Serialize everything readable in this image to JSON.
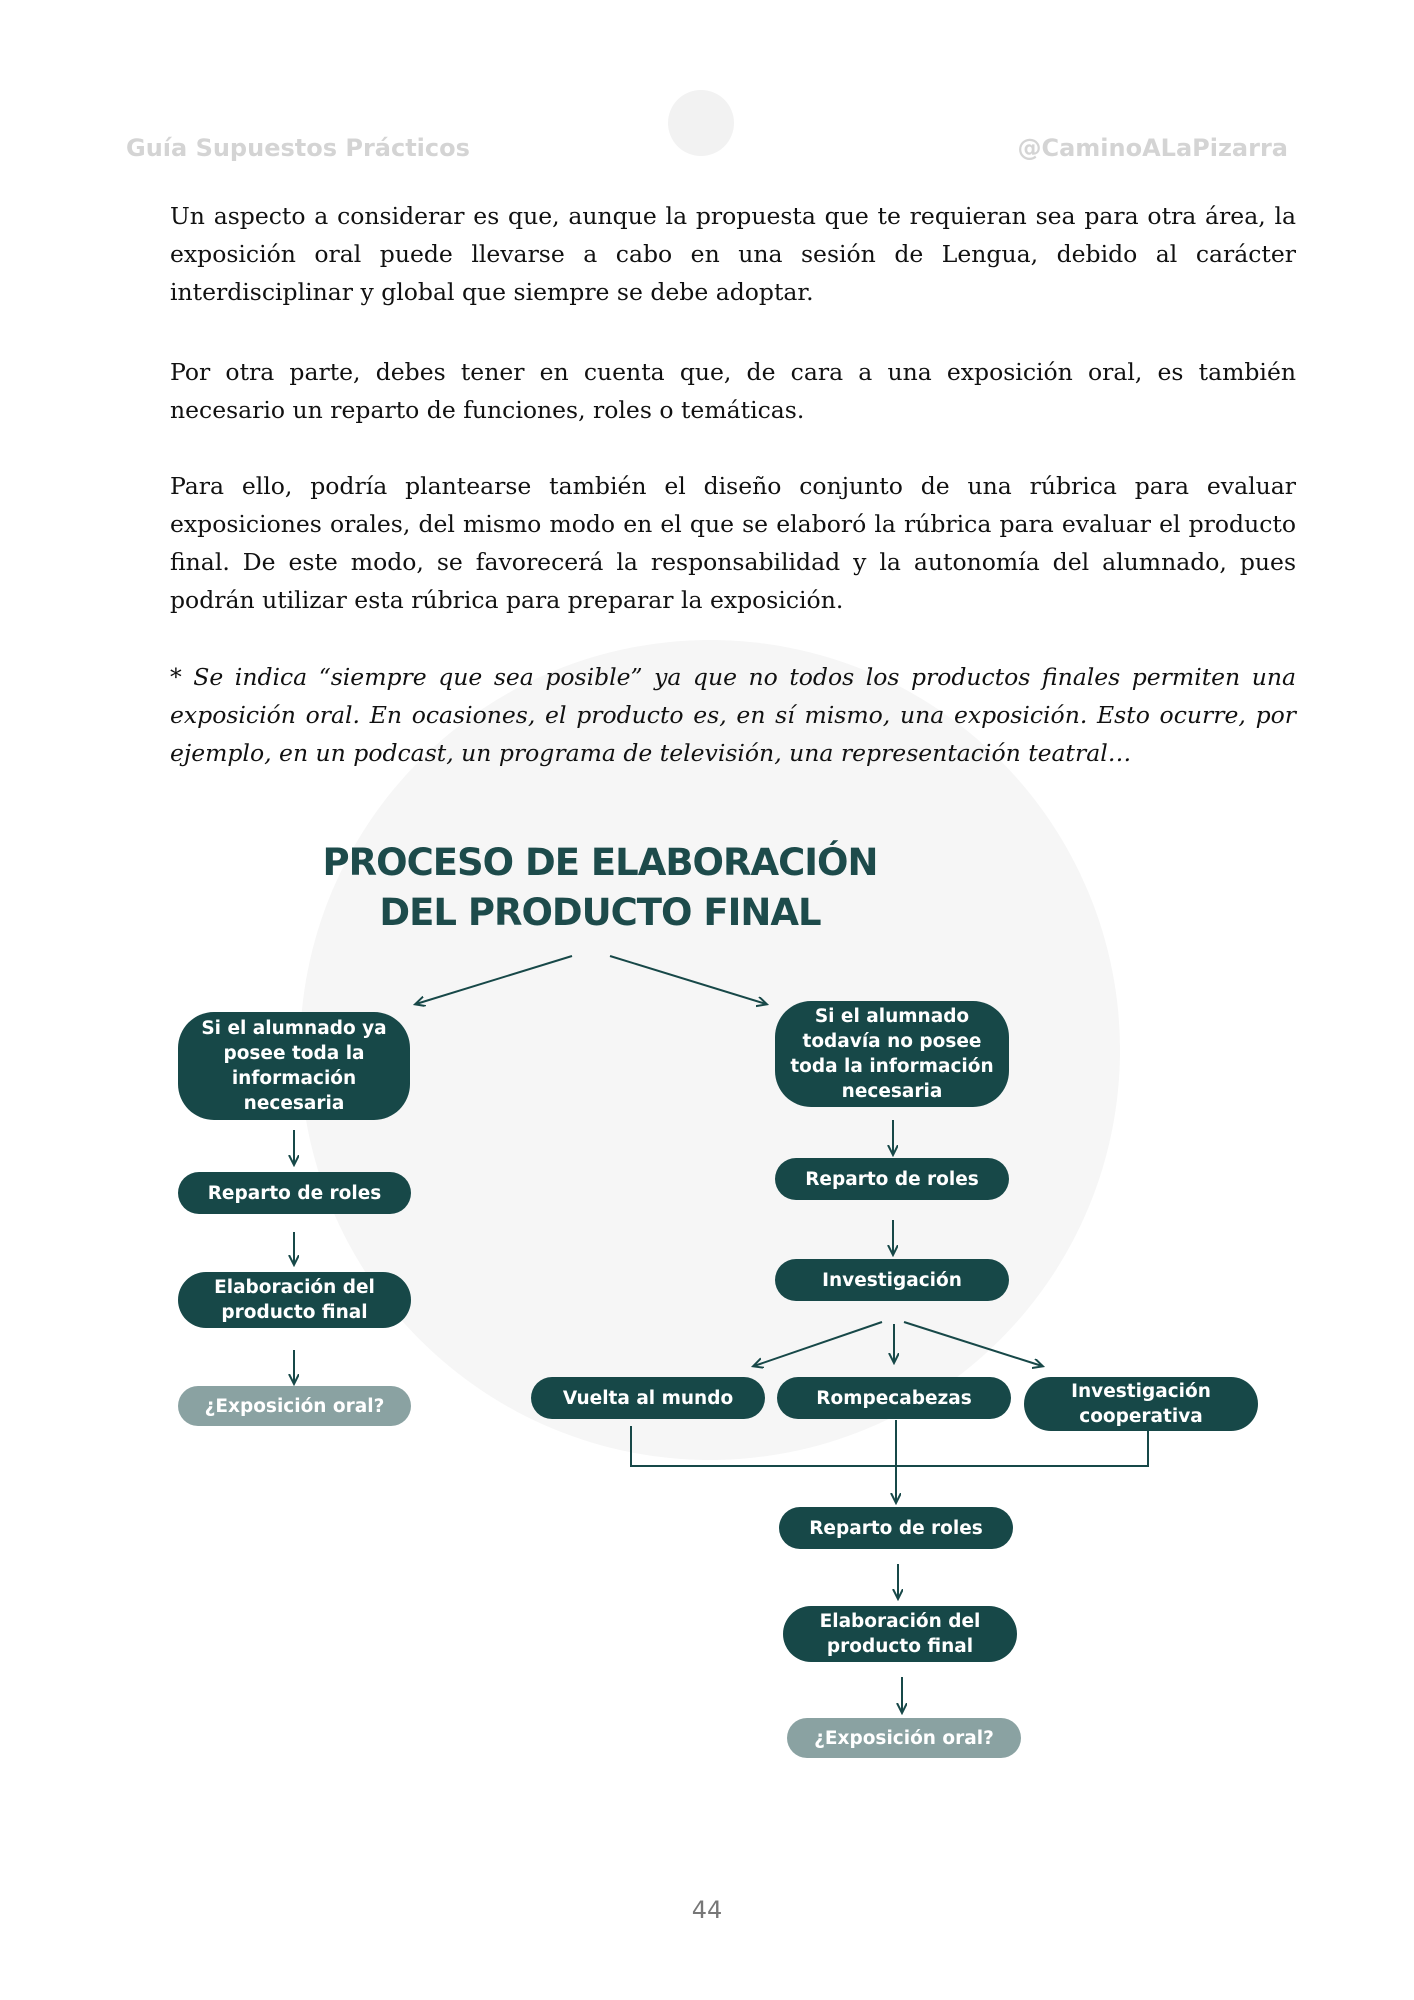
{
  "header": {
    "left": "Guía Supuestos Prácticos",
    "right": "@CaminoALaPizarra"
  },
  "paragraphs": [
    "Un aspecto a considerar es que, aunque la propuesta que te requieran sea para otra área, la exposición oral puede llevarse a cabo en una sesión de Lengua, debido al carácter interdisciplinar y global que siempre se debe adoptar.",
    "Por otra parte, debes tener en cuenta que, de cara a una exposición oral, es también necesario un reparto de funciones, roles o temáticas.",
    "Para ello, podría plantearse también el diseño conjunto de una rúbrica para evaluar exposiciones orales, del mismo modo en el que se elaboró la rúbrica para evaluar el producto final. De este modo, se favorecerá la responsabilidad y la autonomía del alumnado, pues podrán utilizar esta rúbrica para preparar la exposición.",
    "* Se indica “siempre que sea posible” ya que no todos los productos finales permiten una exposición oral. En ocasiones, el producto es, en sí mismo, una exposición. Esto ocurre, por ejemplo, en un podcast, un programa de televisión, una representación teatral…"
  ],
  "diagram": {
    "title_line1": "PROCESO DE ELABORACIÓN",
    "title_line2": "DEL PRODUCTO FINAL",
    "left": {
      "condition": "Si el alumnado ya posee toda la información necesaria",
      "roles": "Reparto de roles",
      "product": "Elaboración del producto final",
      "oral": "¿Exposición oral?"
    },
    "right": {
      "condition": "Si el alumnado todavía no posee toda la información necesaria",
      "roles": "Reparto de roles",
      "research": "Investigación",
      "options": [
        "Vuelta al mundo",
        "Rompecabezas",
        "Investigación cooperativa"
      ],
      "roles2": "Reparto de roles",
      "product": "Elaboración del producto final",
      "oral": "¿Exposición oral?"
    },
    "colors": {
      "box": "#174848",
      "box_light": "#8aa2a2",
      "title": "#1d4b4b",
      "line": "#174848"
    }
  },
  "page_number": "44"
}
